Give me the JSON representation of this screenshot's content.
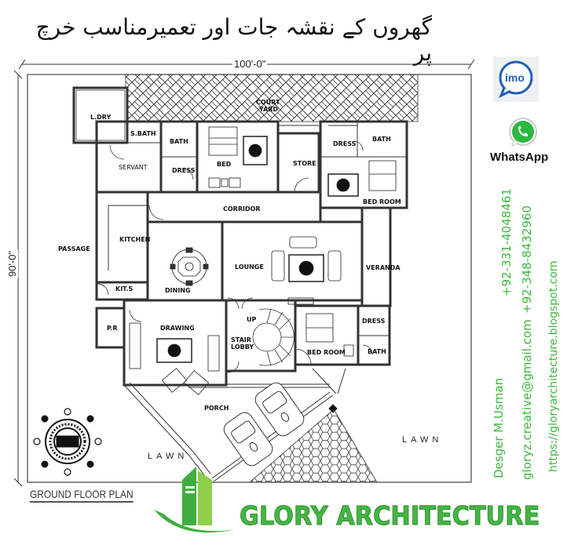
{
  "header": {
    "urdu_title": "گھروں کے نقشہ جات اور تعمیرمناسب خرچ پر"
  },
  "dimensions": {
    "width": "100'-0\"",
    "depth": "90'-0\""
  },
  "rooms": {
    "court_yard_line1": "COURT",
    "court_yard_line2": "YARD",
    "laundry": "L.DRY",
    "servant_bath": "S.BATH",
    "servant": "SERVANT",
    "bath_1": "BATH",
    "dress_1": "DRESS",
    "bed_1": "BED",
    "store": "STORE",
    "dress_2": "DRESS",
    "bath_2": "BATH",
    "bed_room_2": "BED ROOM",
    "corridor": "CORRIDOR",
    "passage": "PASSAGE",
    "kitchen": "KITCHEN",
    "kitchen_store": "KIT.S",
    "dining": "DINING",
    "lounge": "LOUNGE",
    "veranda": "VERANDA",
    "powder_room": "P.R",
    "drawing": "DRAWING",
    "stair_up": "UP",
    "stair_lobby_line1": "STAIR",
    "stair_lobby_line2": "LOBBY",
    "bed_room_3": "BED ROOM",
    "dress_3": "DRESS",
    "bath_3": "BATH",
    "porch": "PORCH",
    "lawn_left": "LAWN",
    "lawn_right": "LAWN"
  },
  "plan_title": "GROUND FLOOR PLAN",
  "contact": {
    "imo_icon_label": "imo",
    "whatsapp_label": "WhatsApp",
    "designer": "Desger M.Usman",
    "phone_1": "+92-331-4048461",
    "email": "gloryz.creative@gmail.com",
    "phone_2": "+92-348-8432960",
    "website": "https://gloryarchitecture.blogspot.com"
  },
  "brand": {
    "name": "GLORY ARCHITECTURE",
    "color": "#44b544"
  },
  "colors": {
    "contact_green": "#3db83d",
    "imo_blue": "#1f5fb8",
    "whatsapp_green": "#2bb741",
    "wall": "#333333"
  }
}
